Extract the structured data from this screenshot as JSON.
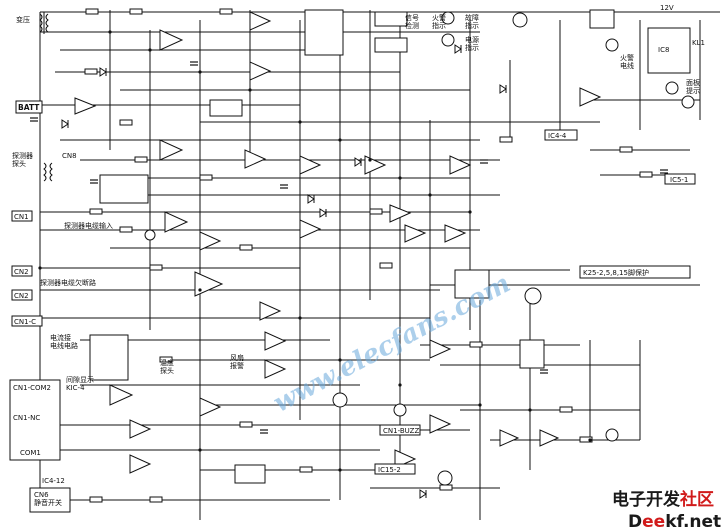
{
  "labels": {
    "transformer": "变压",
    "batt": "BATT",
    "probe_head": "探测器\n探头",
    "cn8": "CN8",
    "cn1_connector_1": "CN1",
    "probe_wire_input": "探测器电缆输入",
    "cn2_top": "CN2",
    "cn2_mid": "CN2",
    "probe_wire_disconnect": "探测器电缆欠断路",
    "cn1_c": "CN1-C",
    "wind_speed_electric": "电流接\n电线电路",
    "cn1_com2": "CN1-COM2",
    "cn1_nc": "CN1-NC",
    "cn1_com1": "COM1",
    "ic4_12": "IC4-12",
    "cn6_silence": "CN6\n静音开关",
    "gap_indicator": "间隙显示\nKIC-4",
    "fault_indicator": "故障\n指示",
    "power_indicator": "电源\n指示",
    "fire_alarm": "火警\n指示",
    "fire_detect": "火警\n电线",
    "panel_light": "面板\n提示",
    "k25_protect": "K25-2,5,8,15脚保护",
    "cn1_buzz": "CN1-BUZZ",
    "ic15_2": "IC15-2",
    "ic8": "IC8",
    "kl1": "KL1",
    "fire_fault": "风扇\n报警",
    "temp_sensor": "温度\n探头",
    "ic5_1": "IC5-1",
    "ic4_4": "IC4-4",
    "supply_12v": "12V",
    "signal_in": "信号\n检测"
  },
  "watermark": {
    "cn_part1": "电子开发",
    "cn_part2": "社区",
    "en_part1": "D",
    "en_part2": "ee",
    "en_part3": "kf",
    "en_part4": ".net",
    "diagonal": "www.elecfans.com"
  }
}
